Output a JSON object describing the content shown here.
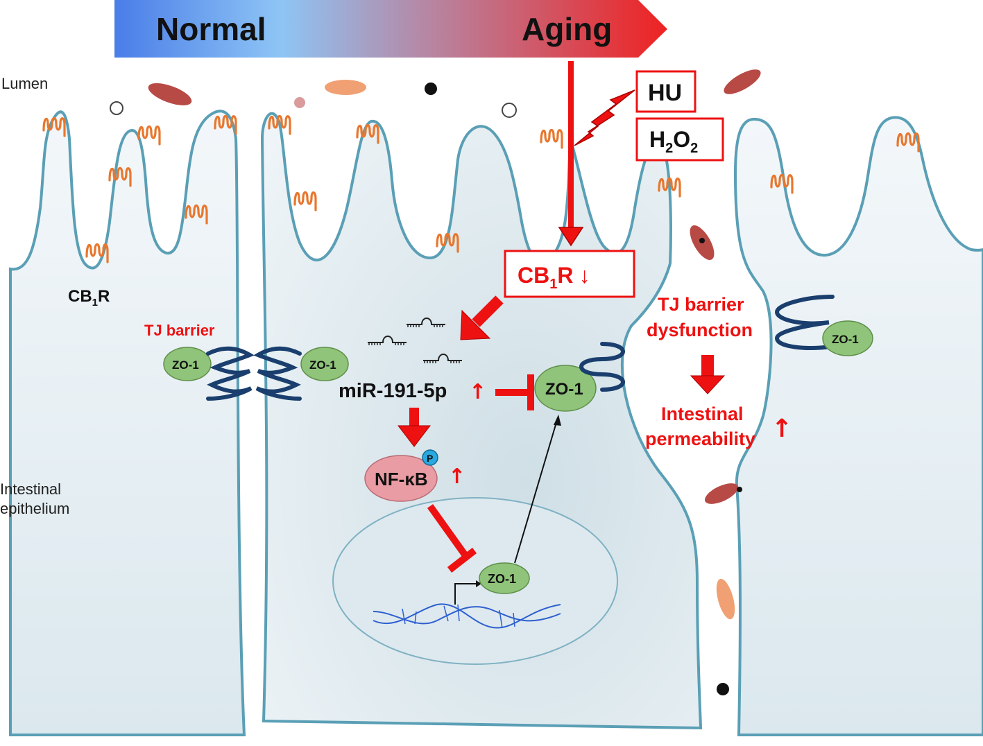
{
  "banner": {
    "left_label": "Normal",
    "right_label": "Aging",
    "gradient_start": "#4a7de8",
    "gradient_mid": "#8ec5f5",
    "gradient_end": "#ee2222"
  },
  "region_labels": {
    "lumen": "Lumen",
    "epithelium_line1": "Intestinal",
    "epithelium_line2": "epithelium"
  },
  "stimuli": {
    "hu": "HU",
    "h2o2_base": "H",
    "h2o2_sub1": "2",
    "h2o2_o": "O",
    "h2o2_sub2": "2"
  },
  "receptor": {
    "base": "CB",
    "sub": "1",
    "suffix": "R"
  },
  "cb1r_box": {
    "base": "CB",
    "sub": "1",
    "suffix": "R",
    "arrow": "↓"
  },
  "tj_barrier_label": "TJ barrier",
  "zo1_label": "ZO-1",
  "mirna": {
    "label": "miR-191-5p",
    "arrow": "↑"
  },
  "nfkb": {
    "label": "NF-κB",
    "phospho": "P",
    "arrow": "↑"
  },
  "dysfunction": {
    "line1": "TJ barrier",
    "line2": "dysfunction"
  },
  "permeability": {
    "line1": "Intestinal",
    "line2": "permeability",
    "arrow": "↑"
  },
  "colors": {
    "red": "#ee1111",
    "cell_fill": "#e6eff4",
    "membrane": "#5a9fb5",
    "zo1": "#8fc47a",
    "claudin": "#1a3f6e",
    "nfkb": "#e99ca3",
    "receptor": "#e8772e"
  }
}
